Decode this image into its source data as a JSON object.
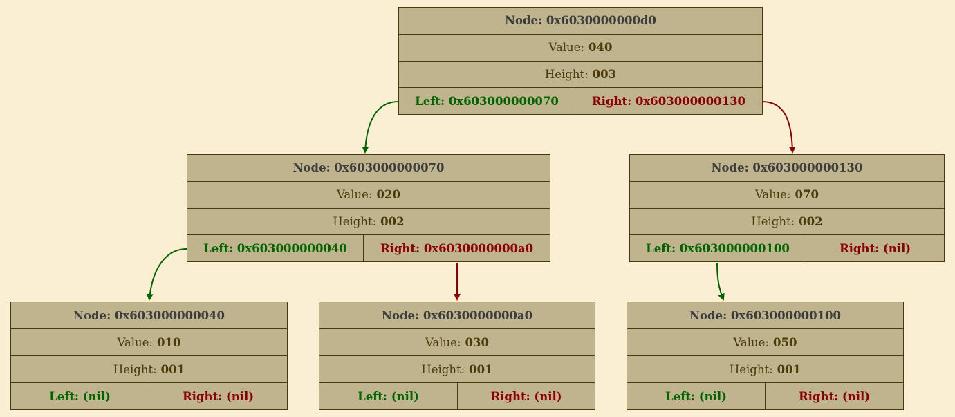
{
  "colors": {
    "left_edge": "#006400",
    "right_edge": "#8B0000",
    "node_fill": "#BFB48E",
    "background": "#FBEFD3"
  },
  "labels": {
    "value": "Value:",
    "height": "Height:"
  },
  "nodes": {
    "d0": {
      "title": "Node: 0x6030000000d0",
      "value": "040",
      "height": "003",
      "left": "Left: 0x603000000070",
      "right": "Right: 0x603000000130"
    },
    "n70": {
      "title": "Node: 0x603000000070",
      "value": "020",
      "height": "002",
      "left": "Left: 0x603000000040",
      "right": "Right: 0x6030000000a0"
    },
    "n130": {
      "title": "Node: 0x603000000130",
      "value": "070",
      "height": "002",
      "left": "Left: 0x603000000100",
      "right": "Right: (nil)"
    },
    "n40": {
      "title": "Node: 0x603000000040",
      "value": "010",
      "height": "001",
      "left": "Left: (nil)",
      "right": "Right: (nil)"
    },
    "a0": {
      "title": "Node: 0x6030000000a0",
      "value": "030",
      "height": "001",
      "left": "Left: (nil)",
      "right": "Right: (nil)"
    },
    "n100": {
      "title": "Node: 0x603000000100",
      "value": "050",
      "height": "001",
      "left": "Left: (nil)",
      "right": "Right: (nil)"
    }
  },
  "edges": [
    {
      "from": "d0",
      "to": "n70",
      "side": "left"
    },
    {
      "from": "d0",
      "to": "n130",
      "side": "right"
    },
    {
      "from": "n70",
      "to": "n40",
      "side": "left"
    },
    {
      "from": "n70",
      "to": "a0",
      "side": "right"
    },
    {
      "from": "n130",
      "to": "n100",
      "side": "left"
    }
  ]
}
